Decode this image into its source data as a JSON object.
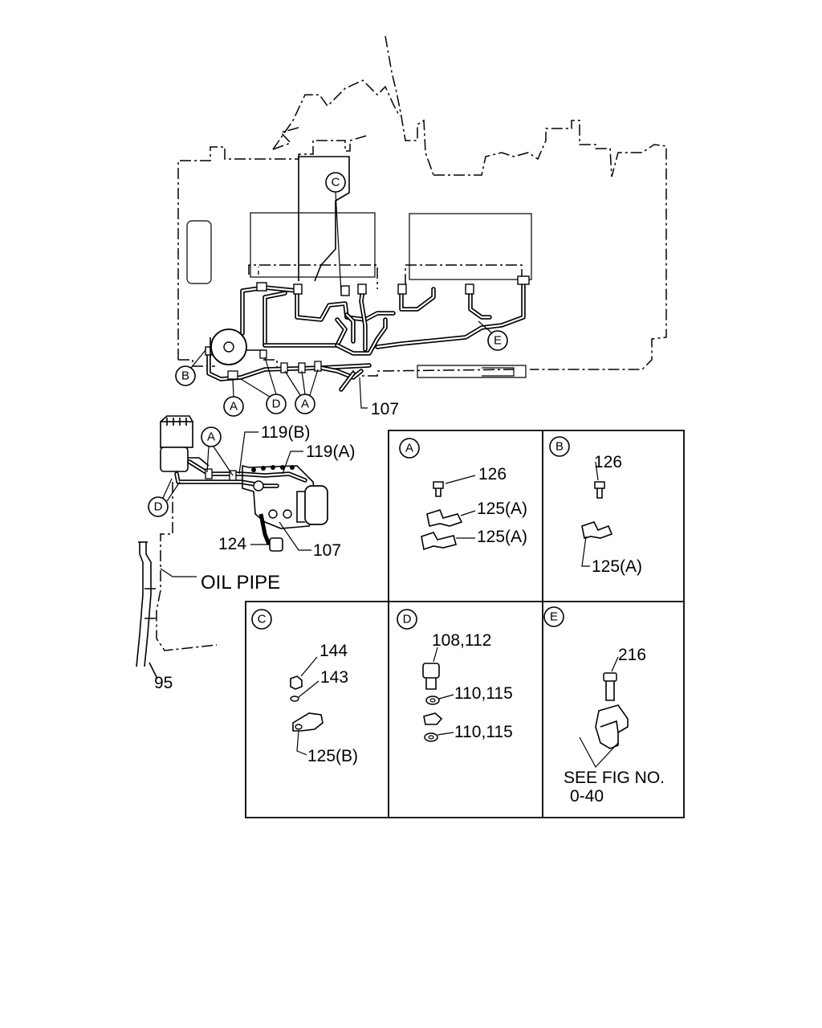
{
  "main_labels": {
    "c_top": "C",
    "e_top": "E",
    "b_top": "B",
    "a_top_left": "A",
    "d_top": "D",
    "a_top_mid": "A",
    "a_lower": "A",
    "d_lower": "D",
    "p107_top": "107",
    "p119b": "119(B)",
    "p119a": "119(A)",
    "p124": "124",
    "p107_lower": "107",
    "oil_pipe": "OIL PIPE",
    "p95": "95"
  },
  "details": {
    "a": {
      "letter": "A",
      "part1": "126",
      "part2": "125(A)",
      "part3": "125(A)"
    },
    "b": {
      "letter": "B",
      "part1": "126",
      "part2": "125(A)"
    },
    "c": {
      "letter": "C",
      "part1": "144",
      "part2": "143",
      "part3": "125(B)"
    },
    "d": {
      "letter": "D",
      "part1": "108,112",
      "part2": "110,115",
      "part3": "110,115"
    },
    "e": {
      "letter": "E",
      "part1": "216",
      "note_line1": "SEE FIG NO.",
      "note_line2": "0-40"
    }
  }
}
